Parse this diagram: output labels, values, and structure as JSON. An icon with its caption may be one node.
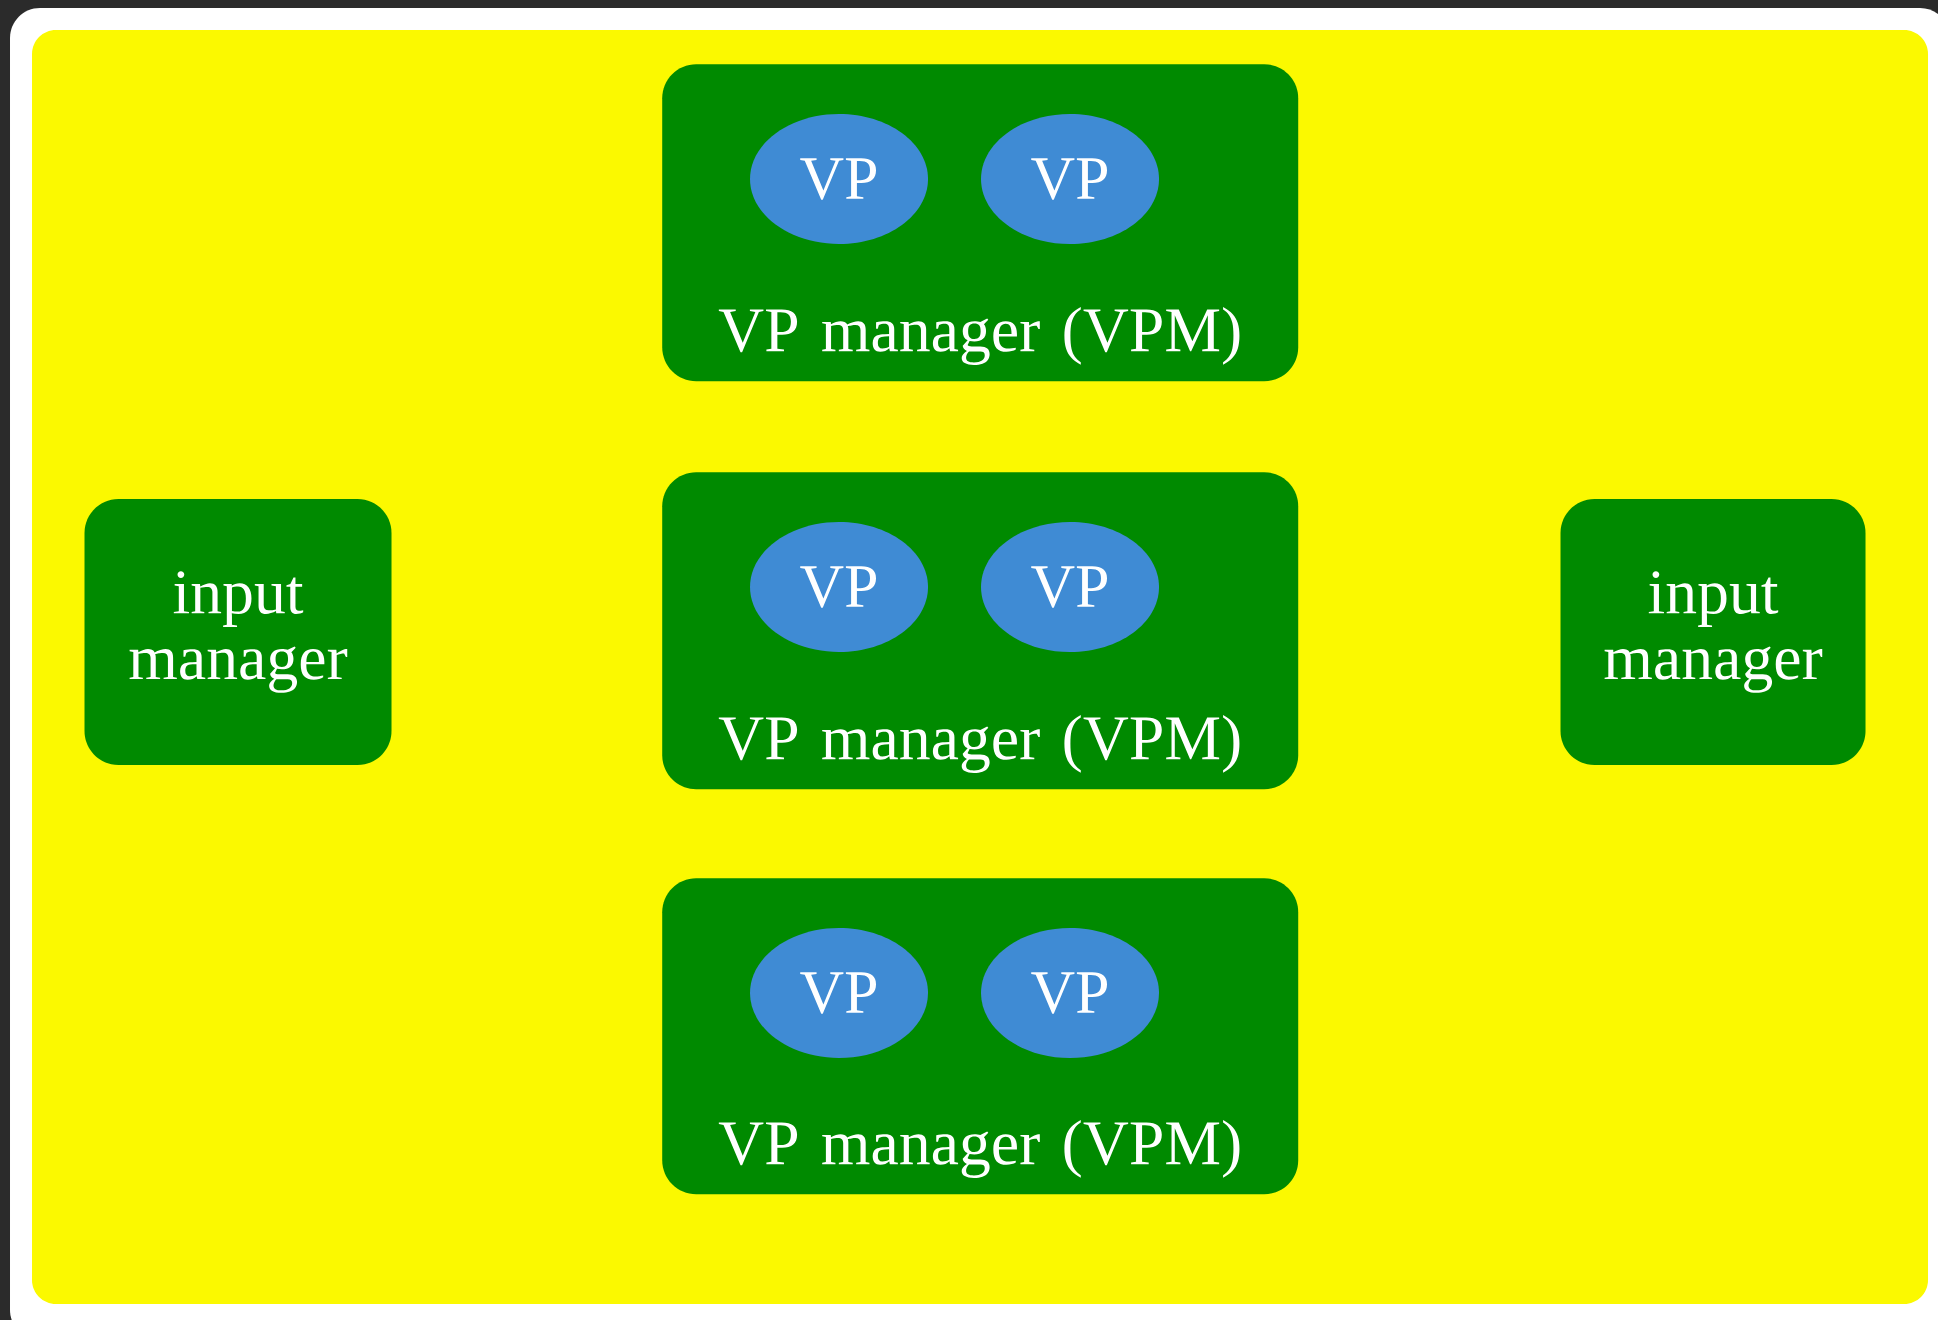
{
  "diagram": {
    "nodes": [
      {
        "text": [
          "VP manager (VPM)"
        ]
      },
      {
        "text": [
          "VP"
        ],
        "in": 0
      },
      {
        "text": [
          "VP"
        ],
        "in": 0
      },
      {
        "text": [
          "input manager"
        ]
      },
      {
        "text": [
          "VP manager (VPM)"
        ]
      },
      {
        "text": [
          "VP"
        ],
        "in": 4
      },
      {
        "text": [
          "VP"
        ],
        "in": 4
      },
      {
        "text": [
          "input manager"
        ]
      },
      {
        "text": [
          "VP manager (VPM)"
        ]
      },
      {
        "text": [
          "VP"
        ],
        "in": 8
      },
      {
        "text": [
          "VP"
        ],
        "in": 8
      }
    ]
  }
}
